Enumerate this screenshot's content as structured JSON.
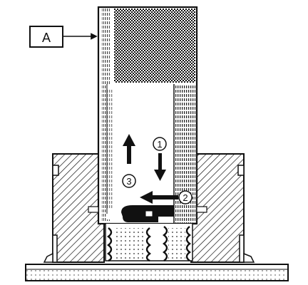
{
  "callout": {
    "label": "A"
  },
  "steps": [
    {
      "number": "1",
      "direction": "down"
    },
    {
      "number": "2",
      "direction": "left"
    },
    {
      "number": "3",
      "direction": "up"
    }
  ],
  "colors": {
    "ink": "#111111",
    "paper": "#ffffff"
  }
}
